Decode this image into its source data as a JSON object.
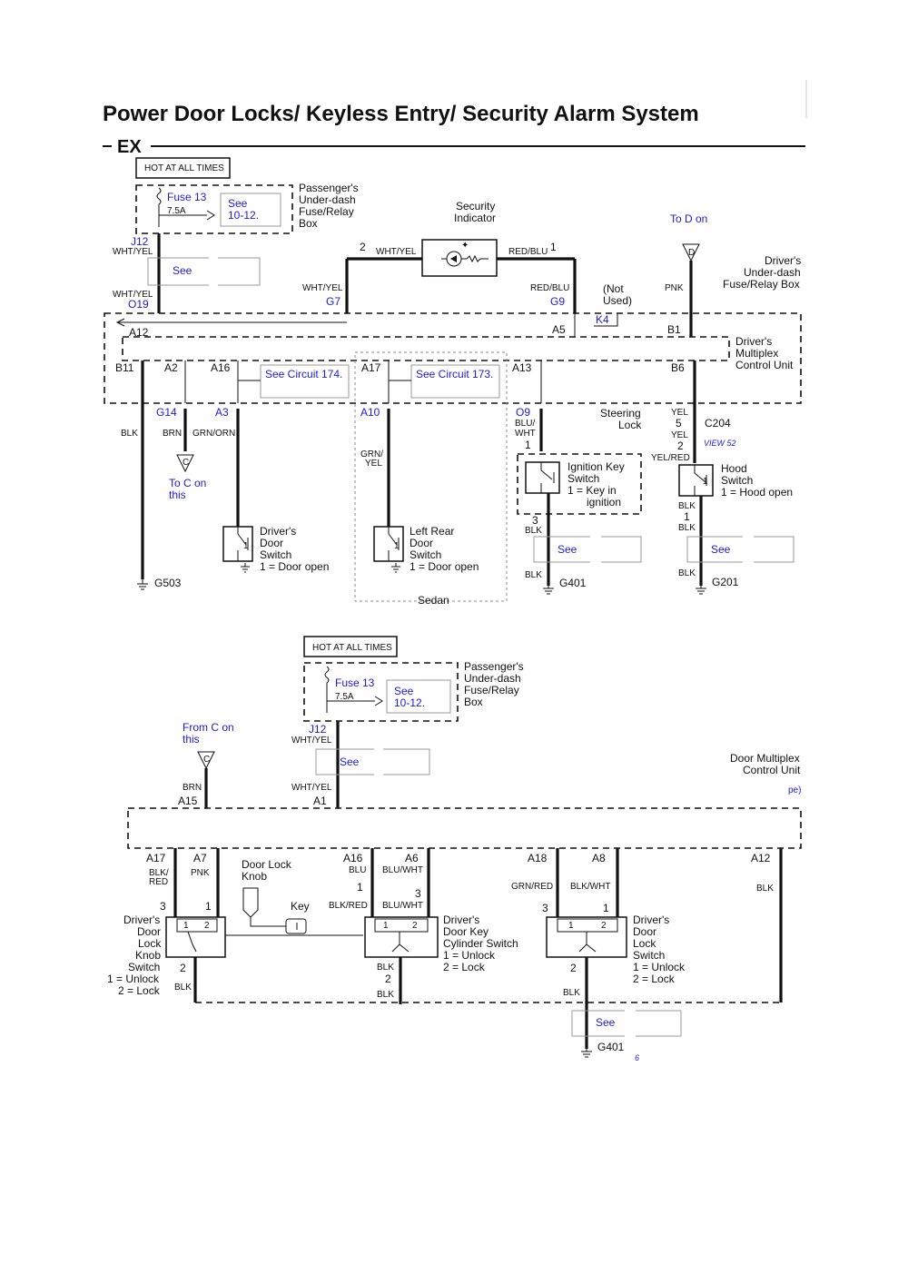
{
  "title": "Power Door Locks/ Keyless Entry/ Security Alarm System",
  "model": "EX",
  "hot_label": "HOT AT ALL TIMES",
  "fuse": {
    "name": "Fuse 13",
    "rating": "7.5A",
    "see": "See",
    "see_page": "10-12."
  },
  "fuse_box": [
    "Passenger's",
    "Under-dash",
    "Fuse/Relay",
    "Box"
  ],
  "see": "See",
  "connectors": {
    "j12": "J12",
    "o19": "O19",
    "g7": "G7",
    "g9": "G9",
    "k4": "K4",
    "a12": "A12",
    "a5": "A5",
    "b1": "B1",
    "b11": "B11",
    "a2": "A2",
    "a16": "A16",
    "a17": "A17",
    "a13": "A13",
    "b6": "B6",
    "g14": "G14",
    "a3": "A3",
    "a10": "A10",
    "o9": "O9",
    "c204": "C204",
    "a15": "A15",
    "a1": "A1",
    "a7": "A7",
    "a6": "A6",
    "a18": "A18",
    "a8": "A8"
  },
  "wires": {
    "wht_yel": "WHT/YEL",
    "red_blu": "RED/BLU",
    "pnk": "PNK",
    "blk": "BLK",
    "brn": "BRN",
    "grn_orn": "GRN/ORN",
    "grn": "GRN/",
    "yel": "YEL",
    "blu": "BLU/",
    "wht": "WHT",
    "yel_red": "YEL/RED",
    "blk_slash": "BLK/",
    "red": "RED",
    "blu_only": "BLU",
    "blu_wht": "BLU/WHT",
    "blk_red": "BLK/RED",
    "grn_red": "GRN/RED",
    "blk_wht": "BLK/WHT"
  },
  "pins": {
    "p1": "1",
    "p2": "2",
    "p3": "3",
    "p5": "5"
  },
  "security_indicator": [
    "Security",
    "Indicator"
  ],
  "to_d": "To D on",
  "d": "D",
  "c": "C",
  "not_used": [
    "(Not",
    "Used)"
  ],
  "drivers_fuse_box": [
    "Driver's",
    "Under-dash",
    "Fuse/Relay Box"
  ],
  "mcu": [
    "Driver's",
    "Multiplex",
    "Control Unit"
  ],
  "see_circuit_174": "See Circuit 174.",
  "see_circuit_173": "See Circuit 173.",
  "steering_lock": [
    "Steering",
    "Lock"
  ],
  "view52": "VIEW 52",
  "to_c": [
    "To C on",
    "this"
  ],
  "ignition_key_switch": [
    "Ignition Key",
    "Switch",
    "1 = Key in",
    "ignition"
  ],
  "hood_switch": [
    "Hood",
    "Switch",
    "1 = Hood  open"
  ],
  "drivers_door_switch": [
    "Driver's",
    "Door",
    "Switch",
    "1 = Door open"
  ],
  "left_rear_door_switch": [
    "Left Rear",
    "Door",
    "Switch",
    "1 = Door open"
  ],
  "sedan": "Sedan",
  "grounds": {
    "g503": "G503",
    "g401": "G401",
    "g201": "G201"
  },
  "from_c": [
    "From C on",
    "this"
  ],
  "door_mcu": [
    "Door Multiplex",
    "Control Unit"
  ],
  "door_lock_knob": [
    "Door Lock",
    "Knob"
  ],
  "key": "Key",
  "knob_switch": [
    "Driver's",
    "Door",
    "Lock",
    "Knob",
    "Switch",
    "1 = Unlock",
    "2 = Lock"
  ],
  "key_cyl_switch": [
    "Driver's",
    "Door Key",
    "Cylinder Switch",
    "1 = Unlock",
    "2 = Lock"
  ],
  "door_lock_switch": [
    "Driver's",
    "Door",
    "Lock",
    "Switch",
    "1 = Unlock",
    "2 = Lock"
  ],
  "misc": {
    "pe": "pe)",
    "six": "6"
  },
  "colors": {
    "wire": "#111111",
    "link": "#1a1adb"
  }
}
